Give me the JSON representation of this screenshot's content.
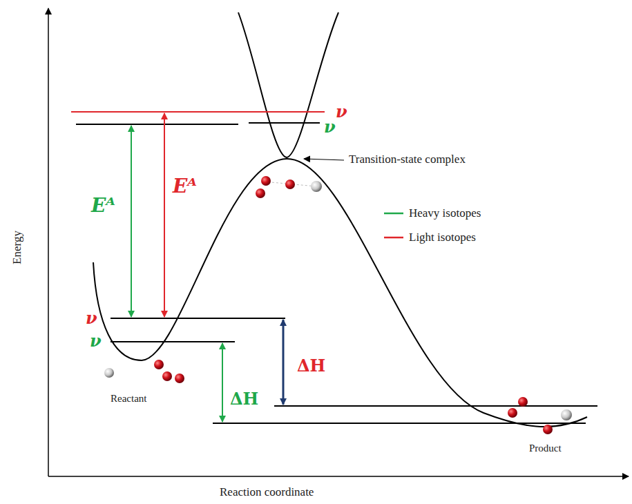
{
  "diagram": {
    "labels": [
      "Energy",
      "Reaction coordinate",
      "Transition-state complex",
      "Eᴬ",
      "Eᴬ",
      "ν",
      "ν",
      "ν",
      "ν",
      "ΔH",
      "ΔH",
      "Reactant",
      "Product"
    ],
    "legend": [
      {
        "text": "Heavy isotopes"
      },
      {
        "text": "Light isotopes"
      }
    ]
  }
}
